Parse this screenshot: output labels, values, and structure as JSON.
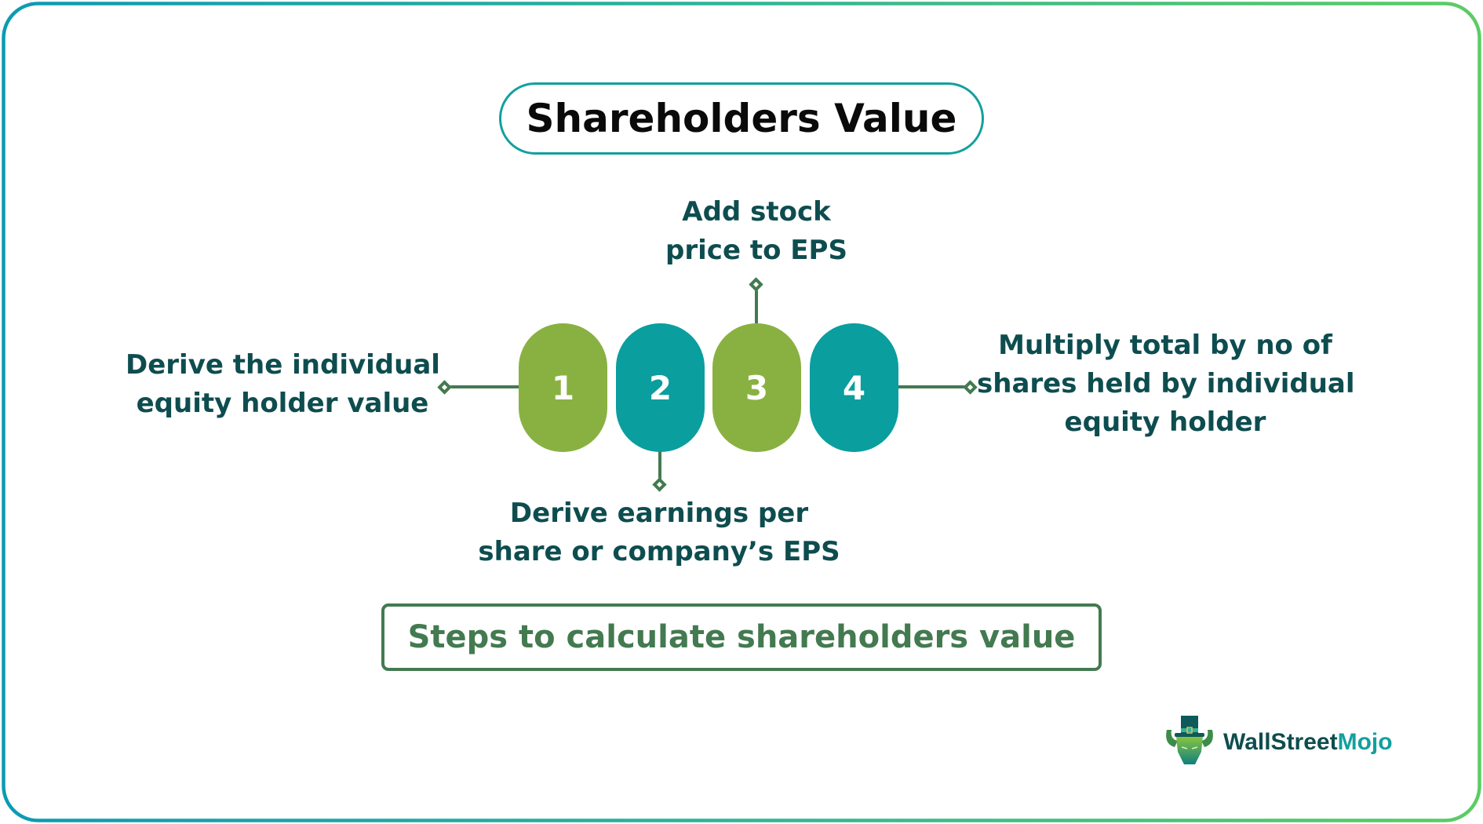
{
  "title": "Shareholders Value",
  "colors": {
    "border_gradient_start": "#0b9bb3",
    "border_gradient_end": "#5ccc63",
    "title_border": "#12a09e",
    "step_green": "#89b142",
    "step_teal": "#0a9e9e",
    "connector": "#437a50",
    "label_text": "#0e4d4f",
    "caption": "#437a50"
  },
  "steps": [
    {
      "number": "1",
      "label_lines": [
        "Derive the individual",
        "equity holder value"
      ],
      "position": "left"
    },
    {
      "number": "2",
      "label_lines": [
        "Derive earnings per",
        "share or company’s EPS"
      ],
      "position": "bottom"
    },
    {
      "number": "3",
      "label_lines": [
        "Add stock",
        "price to EPS"
      ],
      "position": "top"
    },
    {
      "number": "4",
      "label_lines": [
        "Multiply total by no of",
        "shares held by individual",
        "equity holder"
      ],
      "position": "right"
    }
  ],
  "caption": "Steps to calculate shareholders value",
  "logo": {
    "part1": "WallStreet",
    "part2": "Mojo",
    "icon": "bull-with-top-hat-icon"
  }
}
